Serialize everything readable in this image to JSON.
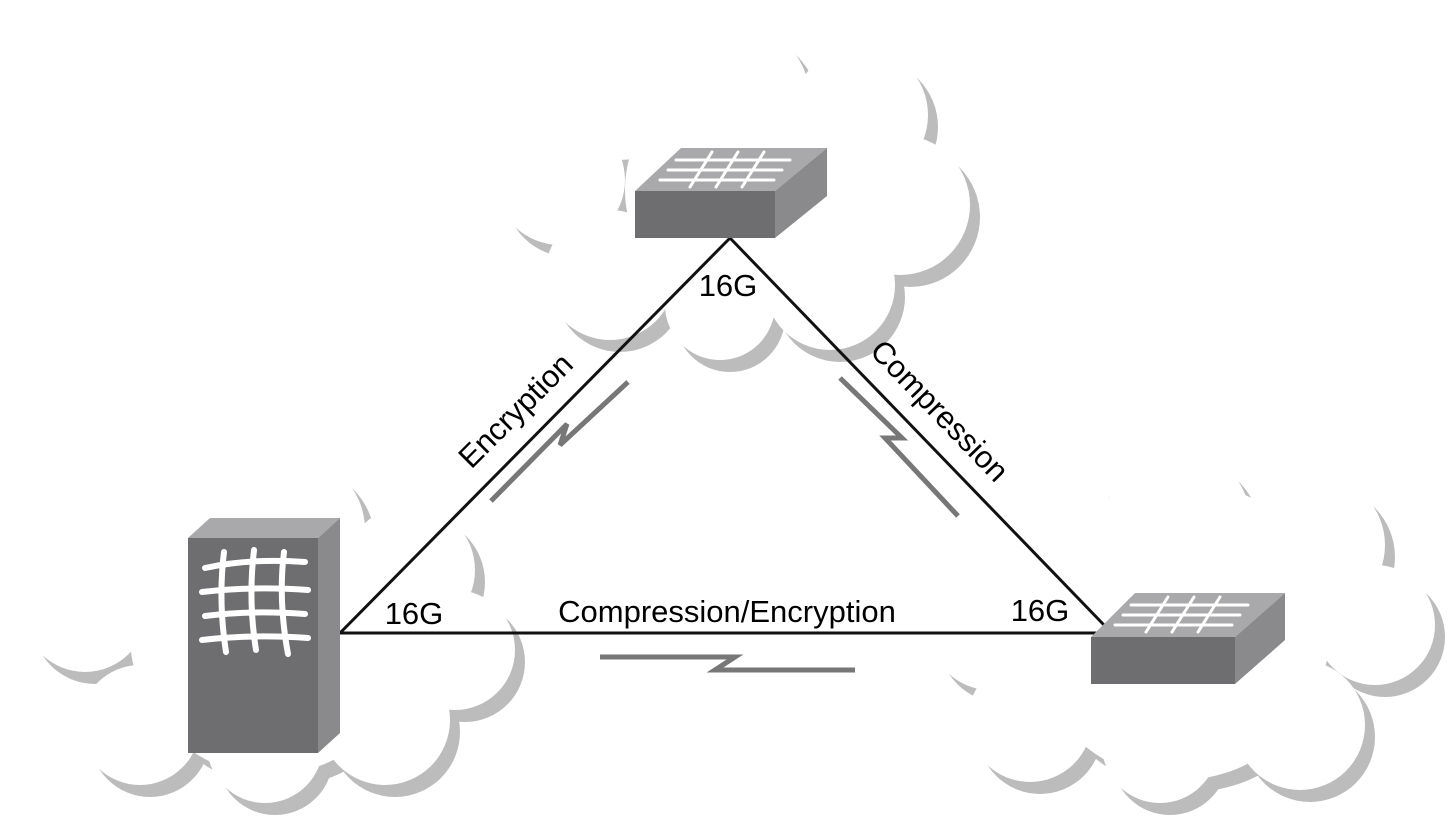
{
  "colors": {
    "background": "#ffffff",
    "cloud_fill": "#ffffff",
    "cloud_outline": "#bcbcbd",
    "link_line": "#111111",
    "wan_bolt": "#777777",
    "device_front": "#6e6e70",
    "device_top": "#a9a9ab",
    "device_side": "#8a8a8c",
    "fabric_mark": "#ffffff"
  },
  "sites": [
    {
      "id": "top-site",
      "device": "switch",
      "icon": "fabric-switch-icon"
    },
    {
      "id": "left-site",
      "device": "director",
      "icon": "fabric-director-icon"
    },
    {
      "id": "right-site",
      "device": "switch",
      "icon": "fabric-switch-icon"
    }
  ],
  "links": {
    "left_top": {
      "label": "Encryption"
    },
    "top_right": {
      "label": "Compression"
    },
    "left_right": {
      "label": "Compression/Encryption"
    }
  },
  "port_speeds": {
    "top": "16G",
    "left": "16G",
    "right": "16G"
  },
  "wan_icon": "lightning-bolt-icon"
}
